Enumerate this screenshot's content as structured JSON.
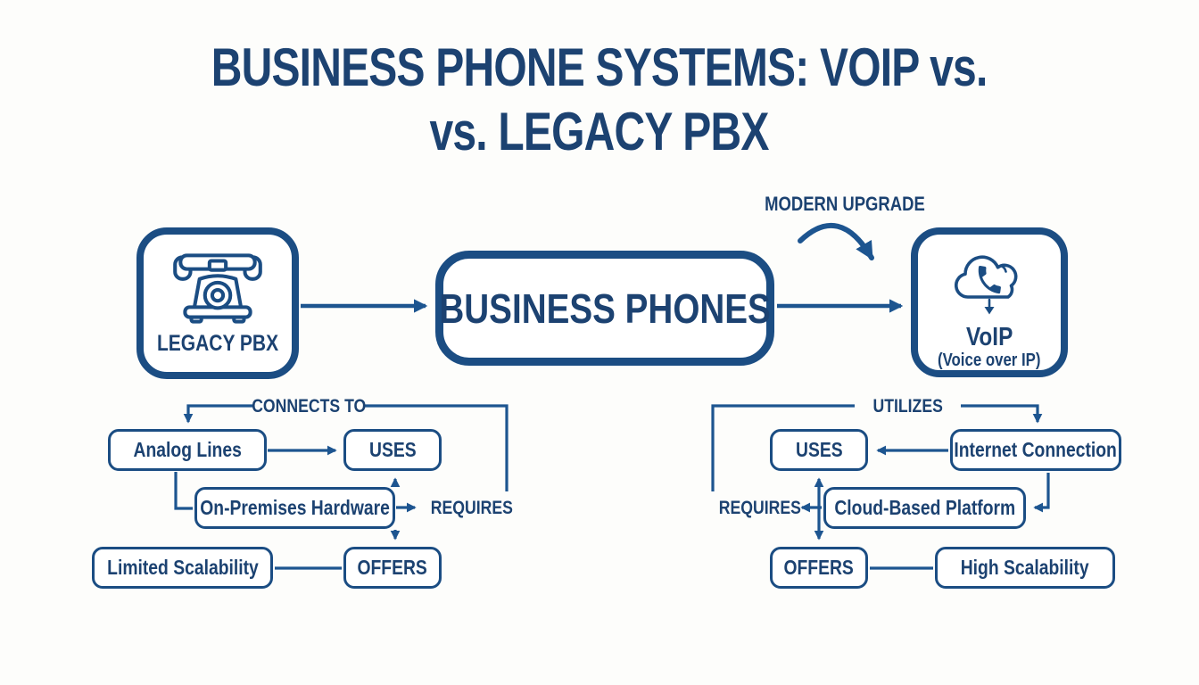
{
  "title": {
    "line1": "BUSINESS PHONE SYSTEMS: VOIP vs.",
    "line2": "vs. LEGACY PBX"
  },
  "colors": {
    "text_navy": "#1c4271",
    "connector_blue": "#1d5590",
    "box_border_blue": "#1b4d83",
    "background": "#fdfdfb"
  },
  "main_flow": {
    "legacy_box": {
      "label": "LEGACY PBX",
      "icon": "rotary-phone-icon"
    },
    "center_box": {
      "label": "BUSINESS PHONES"
    },
    "voip_box": {
      "label": "VoIP",
      "sublabel": "(Voice over IP)",
      "icon": "cloud-phone-icon"
    },
    "upgrade_label": "MODERN UPGRADE"
  },
  "legacy_branch": {
    "connector_label": "CONNECTS TO",
    "analog_lines": "Analog Lines",
    "uses": "USES",
    "hardware": "On-Premises Hardware",
    "requires": "REQUIRES",
    "scalability": "Limited Scalability",
    "offers": "OFFERS"
  },
  "voip_branch": {
    "connector_label": "UTILIZES",
    "uses": "USES",
    "internet": "Internet Connection",
    "requires": "REQUIRES",
    "platform": "Cloud-Based Platform",
    "offers": "OFFERS",
    "scalability": "High Scalability"
  }
}
